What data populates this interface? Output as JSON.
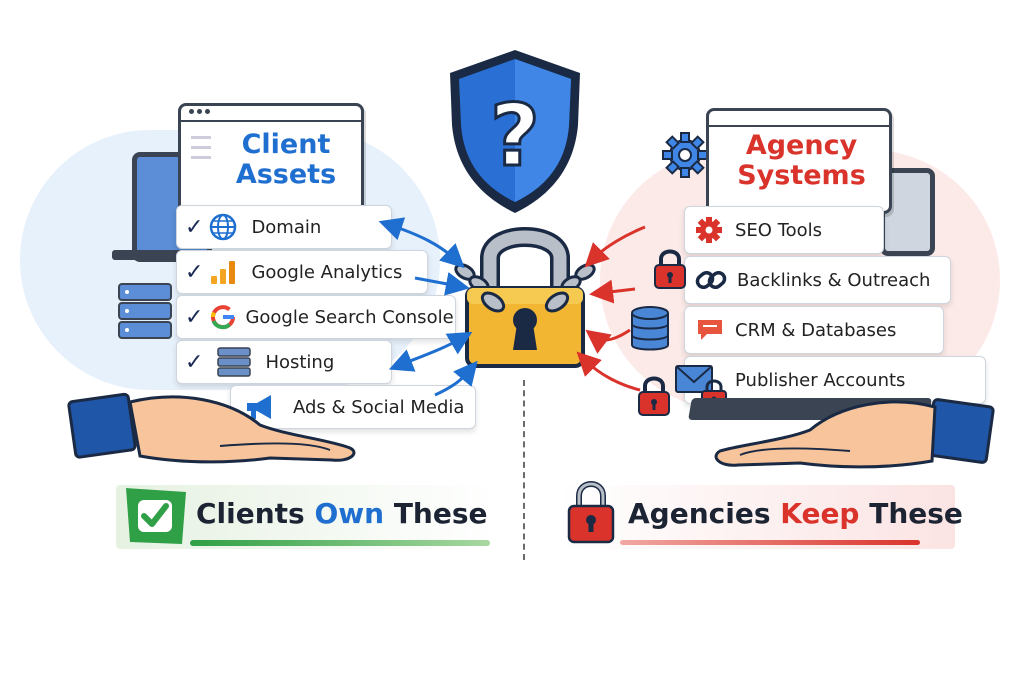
{
  "left": {
    "title_line1": "Client",
    "title_line2": "Assets",
    "items": [
      {
        "label": "Domain",
        "icon": "globe-icon"
      },
      {
        "label": "Google Analytics",
        "icon": "analytics-icon"
      },
      {
        "label": "Google Search Console",
        "icon": "google-icon"
      },
      {
        "label": "Hosting",
        "icon": "server-icon"
      },
      {
        "label": "Ads & Social Media",
        "icon": "megaphone-icon"
      }
    ],
    "footer_pre": "Clients",
    "footer_emph": "Own",
    "footer_post": "These",
    "accent": "#1f6fd0",
    "footer_color": "#2fa046"
  },
  "right": {
    "title_line1": "Agency",
    "title_line2": "Systems",
    "items": [
      {
        "label": "SEO Tools",
        "icon": "gear-icon"
      },
      {
        "label": "Backlinks & Outreach",
        "icon": "chain-link-icon"
      },
      {
        "label": "CRM & Databases",
        "icon": "database-icon"
      },
      {
        "label": "Publisher Accounts",
        "icon": "envelope-icon"
      }
    ],
    "footer_pre": "Agencies",
    "footer_emph": "Keep",
    "footer_post": "These",
    "accent": "#d9332b"
  },
  "center": {
    "shield_symbol": "?",
    "shield_color": "#2a6fd3",
    "lock_color": "#f2b632"
  }
}
